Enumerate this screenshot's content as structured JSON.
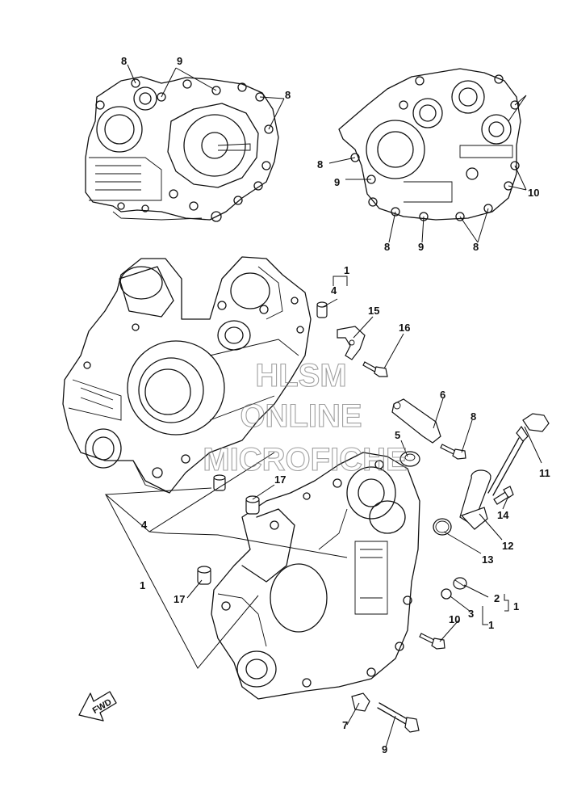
{
  "watermark": {
    "line1": "HLSM",
    "line2": "ONLINE",
    "line3": "MICROFICHE"
  },
  "direction_label": "FWD",
  "callouts": [
    {
      "id": "c-8-a",
      "text": "8"
    },
    {
      "id": "c-9-a",
      "text": "9"
    },
    {
      "id": "c-8-b",
      "text": "8"
    },
    {
      "id": "c-8-c",
      "text": "8"
    },
    {
      "id": "c-9-b",
      "text": "9"
    },
    {
      "id": "c-8-d",
      "text": "8"
    },
    {
      "id": "c-9-c",
      "text": "9"
    },
    {
      "id": "c-8-e",
      "text": "8"
    },
    {
      "id": "c-10-a",
      "text": "10"
    },
    {
      "id": "c-1-a",
      "text": "1"
    },
    {
      "id": "c-4-a",
      "text": "4"
    },
    {
      "id": "c-15",
      "text": "15"
    },
    {
      "id": "c-16",
      "text": "16"
    },
    {
      "id": "c-6",
      "text": "6"
    },
    {
      "id": "c-8-f",
      "text": "8"
    },
    {
      "id": "c-5",
      "text": "5"
    },
    {
      "id": "c-11",
      "text": "11"
    },
    {
      "id": "c-17-a",
      "text": "17"
    },
    {
      "id": "c-4-b",
      "text": "4"
    },
    {
      "id": "c-14",
      "text": "14"
    },
    {
      "id": "c-12",
      "text": "12"
    },
    {
      "id": "c-13",
      "text": "13"
    },
    {
      "id": "c-1-b",
      "text": "1"
    },
    {
      "id": "c-17-b",
      "text": "17"
    },
    {
      "id": "c-2",
      "text": "2"
    },
    {
      "id": "c-1-c",
      "text": "1"
    },
    {
      "id": "c-3",
      "text": "3"
    },
    {
      "id": "c-10-b",
      "text": "10"
    },
    {
      "id": "c-1-d",
      "text": "1"
    },
    {
      "id": "c-7",
      "text": "7"
    },
    {
      "id": "c-9-d",
      "text": "9"
    }
  ]
}
